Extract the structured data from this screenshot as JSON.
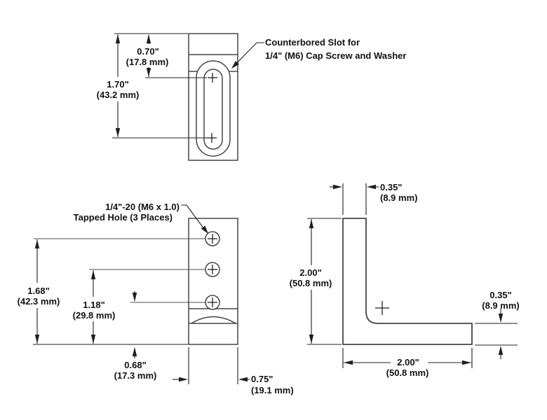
{
  "colors": {
    "bg": "#ffffff",
    "outline": "#454545",
    "leader": "#8a8a8a",
    "dim": "#1f1f1f",
    "text": "#111111"
  },
  "slot_view": {
    "callout_line1": "Counterbored Slot for",
    "callout_line2": "1/4\" (M6) Cap Screw and Washer",
    "dim_070_in": "0.70\"",
    "dim_070_mm": "(17.8 mm)",
    "dim_170_in": "1.70\"",
    "dim_170_mm": "(43.2 mm)"
  },
  "front_view": {
    "callout_line1": "1/4\"-20 (M6 x 1.0)",
    "callout_line2": "Tapped Hole (3 Places)",
    "dim_168_in": "1.68\"",
    "dim_168_mm": "(42.3 mm)",
    "dim_118_in": "1.18\"",
    "dim_118_mm": "(29.8 mm)",
    "dim_068_in": "0.68\"",
    "dim_068_mm": "(17.3 mm)",
    "dim_075_in": "0.75\"",
    "dim_075_mm": "(19.1 mm)"
  },
  "side_view": {
    "dim_035_top_in": "0.35\"",
    "dim_035_top_mm": "(8.9 mm)",
    "dim_200_left_in": "2.00\"",
    "dim_200_left_mm": "(50.8 mm)",
    "dim_035_right_in": "0.35\"",
    "dim_035_right_mm": "(8.9 mm)",
    "dim_200_bottom_in": "2.00\"",
    "dim_200_bottom_mm": "(50.8 mm)"
  }
}
